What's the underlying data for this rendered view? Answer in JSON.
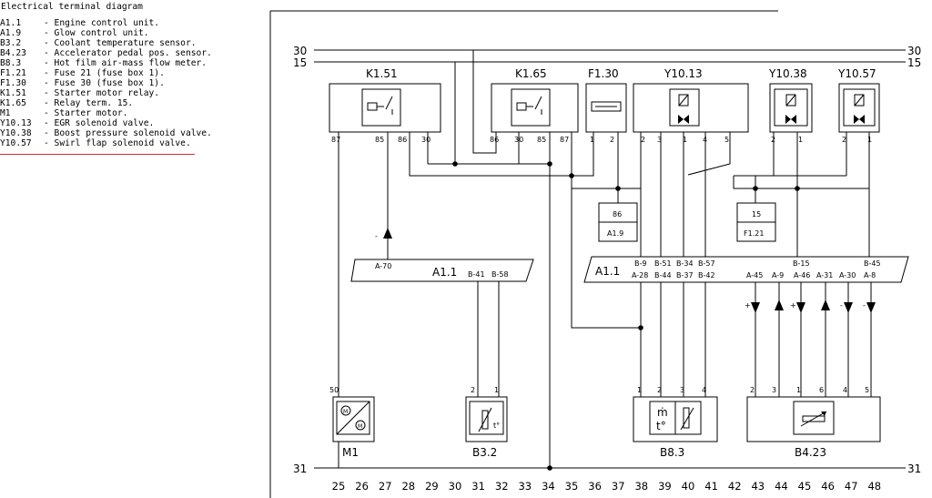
{
  "legend": {
    "title": "Electrical terminal diagram",
    "items": [
      {
        "code": "A1.1",
        "desc": "- Engine control unit."
      },
      {
        "code": "A1.9",
        "desc": "- Glow control unit."
      },
      {
        "code": "B3.2",
        "desc": "- Coolant temperature sensor."
      },
      {
        "code": "B4.23",
        "desc": "- Accelerator pedal pos. sensor."
      },
      {
        "code": "B8.3",
        "desc": "- Hot film air-mass flow meter."
      },
      {
        "code": "F1.21",
        "desc": "- Fuse 21 (fuse box 1)."
      },
      {
        "code": "F1.30",
        "desc": "- Fuse 30 (fuse box 1)."
      },
      {
        "code": "K1.51",
        "desc": "- Starter motor relay."
      },
      {
        "code": "K1.65",
        "desc": "- Relay term. 15."
      },
      {
        "code": "M1",
        "desc": "- Starter motor."
      },
      {
        "code": "Y10.13",
        "desc": "- EGR solenoid valve."
      },
      {
        "code": "Y10.38",
        "desc": "- Boost pressure solenoid valve."
      },
      {
        "code": "Y10.57",
        "desc": "- Swirl flap solenoid valve."
      }
    ]
  },
  "rails": {
    "top1": "30",
    "top2": "15",
    "bottom": "31"
  },
  "columns": [
    "25",
    "26",
    "27",
    "28",
    "29",
    "30",
    "31",
    "32",
    "33",
    "34",
    "35",
    "36",
    "37",
    "38",
    "39",
    "40",
    "41",
    "42",
    "43",
    "44",
    "45",
    "46",
    "47",
    "48"
  ],
  "components": {
    "k151": {
      "name": "K1.51",
      "pins": [
        "87",
        "85",
        "86",
        "30"
      ]
    },
    "k165": {
      "name": "K1.65",
      "pins": [
        "86",
        "30",
        "85",
        "87"
      ]
    },
    "f130": {
      "name": "F1.30",
      "pins": [
        "1",
        "2"
      ]
    },
    "y1013": {
      "name": "Y10.13",
      "pins": [
        "2",
        "3",
        "1",
        "4",
        "5"
      ]
    },
    "y1038": {
      "name": "Y10.38",
      "pins": [
        "2",
        "1"
      ]
    },
    "y1057": {
      "name": "Y10.57",
      "pins": [
        "2",
        "1"
      ]
    },
    "a19": {
      "name": "A1.9",
      "pin": "86"
    },
    "f121": {
      "name": "F1.21",
      "pin": "15"
    },
    "ecu_left": {
      "name": "A1.1",
      "pins": [
        "A-70",
        "B-41",
        "B-58"
      ],
      "sign": "-"
    },
    "ecu_right": {
      "name": "A1.1",
      "pins_top": [
        "B-9",
        "B-51",
        "B-34",
        "B-57",
        "B-15",
        "B-45"
      ],
      "pins_bottom": [
        "A-28",
        "B-44",
        "B-37",
        "B-42",
        "A-45",
        "A-9",
        "A-46",
        "A-31",
        "A-30",
        "A-8"
      ],
      "signs": [
        "+",
        "+",
        "-",
        "-"
      ]
    },
    "m1": {
      "name": "M1",
      "pin": "50",
      "symbol_letter": "M"
    },
    "b32": {
      "name": "B3.2",
      "pins": [
        "2",
        "1"
      ],
      "symbol_text": "t°"
    },
    "b83": {
      "name": "B8.3",
      "pins": [
        "1",
        "2",
        "3",
        "4"
      ],
      "symbol_text_1": "ṁ",
      "symbol_text_2": "t°"
    },
    "b423": {
      "name": "B4.23",
      "pins": [
        "2",
        "3",
        "1",
        "6",
        "4",
        "5"
      ]
    }
  }
}
